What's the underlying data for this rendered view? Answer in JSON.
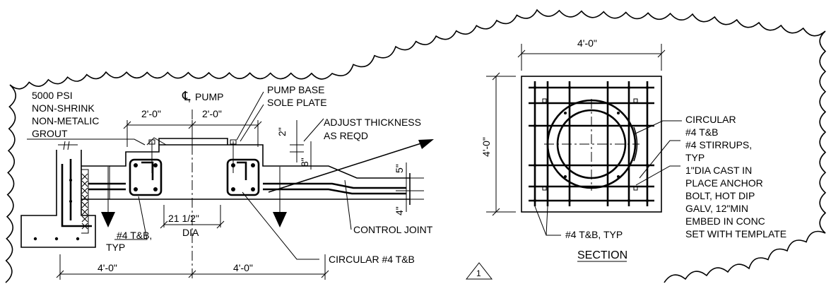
{
  "plan": {
    "grout_note": [
      "5000 PSI",
      "NON-SHRINK",
      "NON-METALIC",
      "GROUT"
    ],
    "cl_symbol": "℄",
    "pump_label": "PUMP",
    "pump_base": "PUMP BASE",
    "sole_plate": "SOLE PLATE",
    "adjust_thickness": [
      "ADJUST THICKNESS",
      "AS REQD"
    ],
    "dim_2ft_left": "2'-0\"",
    "dim_2ft_right": "2'-0\"",
    "dim_2in": "2\"",
    "dim_8in": "8\"",
    "dim_5in": "5\"",
    "dim_4in": "4\"",
    "dim_dia_value": "21 1/2\"",
    "dim_dia_label": "DIA",
    "rebar_left": [
      "#4 T&B,",
      "TYP"
    ],
    "control_joint": "CONTROL JOINT",
    "circular_rebar": "CIRCULAR #4 T&B",
    "dim_4ft_left": "4'-0\"",
    "dim_4ft_right": "4'-0\"",
    "revision_mark": "1"
  },
  "section": {
    "dim_width": "4'-0\"",
    "dim_height": "4'-0\"",
    "circular_note": [
      "CIRCULAR",
      "#4 T&B"
    ],
    "stirrups_note": [
      "#4 STIRRUPS,",
      "TYP"
    ],
    "anchor_note": [
      "1\"DIA CAST IN",
      "PLACE ANCHOR",
      "BOLT, HOT DIP",
      "GALV, 12\"MIN",
      "EMBED IN CONC",
      "SET WITH TEMPLATE"
    ],
    "rebar_note": "#4 T&B, TYP",
    "title": "SECTION"
  }
}
